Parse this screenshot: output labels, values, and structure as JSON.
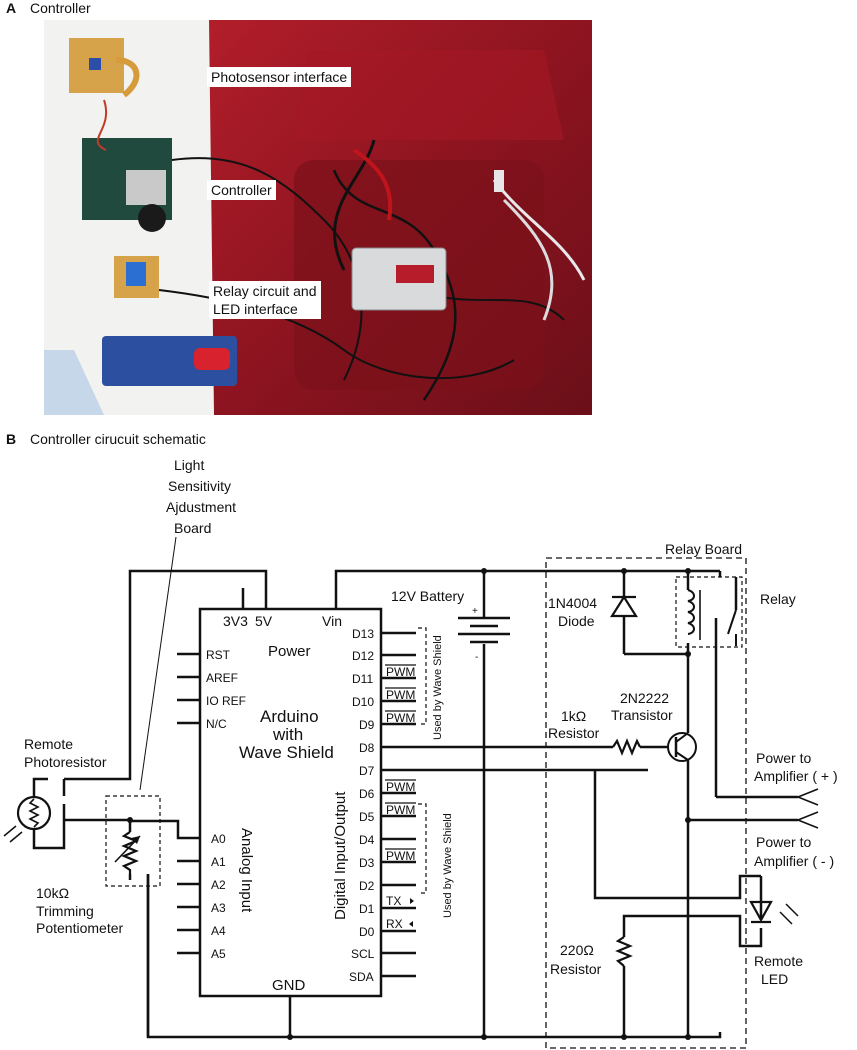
{
  "panel_a": {
    "letter": "A",
    "title": "Controller",
    "callouts": {
      "photosensor": "Photosensor interface",
      "controller": "Controller",
      "relay_line1": "Relay circuit and",
      "relay_line2": "LED interface"
    }
  },
  "panel_b": {
    "letter": "B",
    "title": "Controller cirucuit schematic",
    "light_board": [
      "Light",
      "Sensitivity",
      "Ajdustment",
      "Board"
    ],
    "arduino": {
      "power_label": "Power",
      "name_line1": "Arduino",
      "name_line2": "with",
      "name_line3": "Wave Shield",
      "analog_label": "Analog Input",
      "digital_label": "Digital Input/Output",
      "gnd": "GND",
      "top_pins": [
        "3V3",
        "5V",
        "Vin"
      ],
      "left_pins": [
        "RST",
        "AREF",
        "IO REF",
        "N/C"
      ],
      "analog_pins": [
        "A0",
        "A1",
        "A2",
        "A3",
        "A4",
        "A5"
      ],
      "digital_pins": [
        "D13",
        "D12",
        "D11",
        "D10",
        "D9",
        "D8",
        "D7",
        "D6",
        "D5",
        "D4",
        "D3",
        "D2",
        "D1",
        "D0",
        "SCL",
        "SDA"
      ],
      "pwm_label": "PWM",
      "tx_label": "TX",
      "rx_label": "RX",
      "used_by_shield": "Used by Wave Shield"
    },
    "battery": "12V Battery",
    "battery_plus": "+",
    "battery_minus": "-",
    "relay_board": "Relay Board",
    "relay": "Relay",
    "diode": [
      "1N4004",
      "Diode"
    ],
    "transistor": [
      "2N2222",
      "Transistor"
    ],
    "resistor_1k": [
      "1kΩ",
      "Resistor"
    ],
    "resistor_220": [
      "220Ω",
      "Resistor"
    ],
    "photoresistor": [
      "Remote",
      "Photoresistor"
    ],
    "potentiometer": [
      "10kΩ",
      "Trimming",
      "Potentiometer"
    ],
    "amp_plus": [
      "Power to",
      "Amplifier ( + )"
    ],
    "amp_minus": [
      "Power to",
      "Amplifier ( - )"
    ],
    "remote_led": [
      "Remote",
      "LED"
    ]
  }
}
